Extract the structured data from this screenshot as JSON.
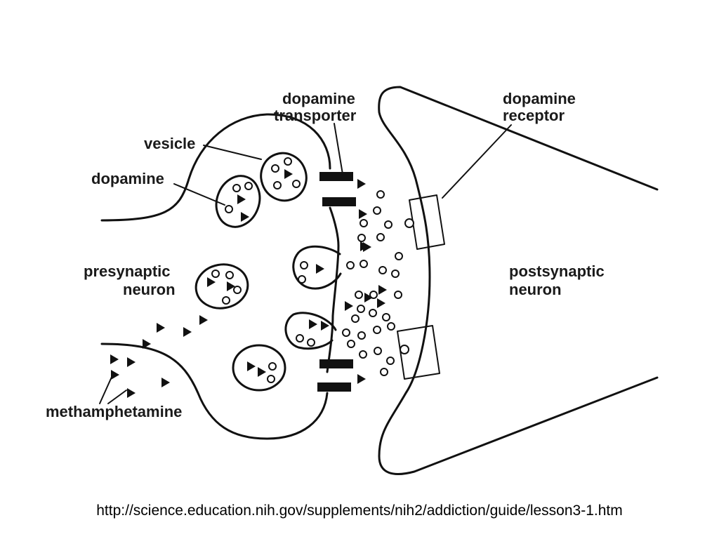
{
  "labels": {
    "dopamine_transporter_line1": "dopamine",
    "dopamine_transporter_line2": "transporter",
    "dopamine_receptor_line1": "dopamine",
    "dopamine_receptor_line2": "receptor",
    "vesicle": "vesicle",
    "dopamine": "dopamine",
    "presynaptic_line1": "presynaptic",
    "presynaptic_line2": "neuron",
    "postsynaptic_line1": "postsynaptic",
    "postsynaptic_line2": "neuron",
    "methamphetamine": "methamphetamine"
  },
  "source_url": "http://science.education.nih.gov/supplements/nih2/addiction/guide/lesson3-1.htm",
  "symbols": {
    "dopamine_molecule": "open-circle",
    "methamphetamine_molecule": "filled-triangle"
  }
}
